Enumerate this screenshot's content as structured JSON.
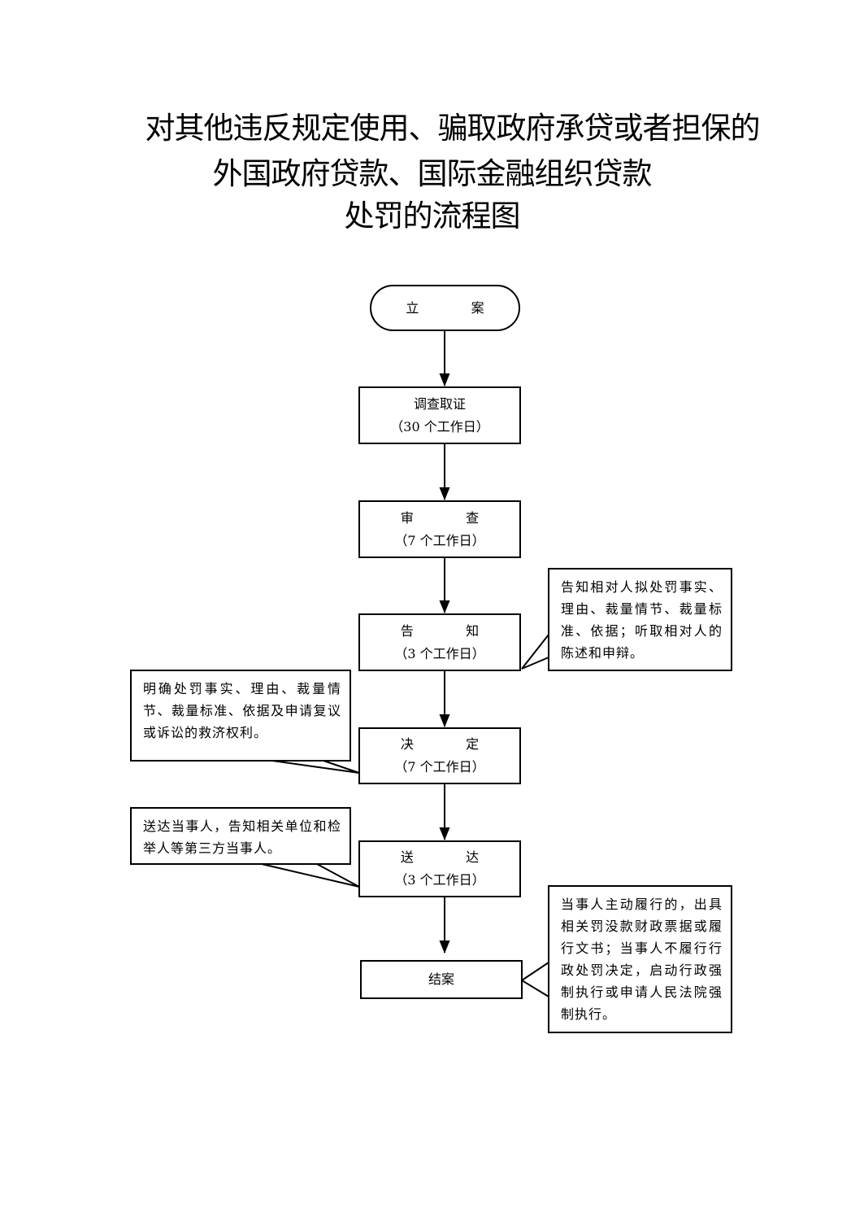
{
  "title": {
    "line1": "对其他违反规定使用、骗取政府承贷或者担保的",
    "line2": "外国政府贷款、国际金融组织贷款",
    "line3": "处罚的流程图"
  },
  "steps": [
    {
      "label": "立  案",
      "duration": ""
    },
    {
      "label": "调查取证",
      "duration": "（30 个工作日）"
    },
    {
      "label": "审  查",
      "duration": "（7 个工作日）"
    },
    {
      "label": "告  知",
      "duration": "（3 个工作日）"
    },
    {
      "label": "决  定",
      "duration": "（7 个工作日）"
    },
    {
      "label": "送  达",
      "duration": "（3 个工作日）"
    },
    {
      "label": "结案",
      "duration": ""
    }
  ],
  "notes": {
    "notify": "告知相对人拟处罚事实、理由、裁量情节、裁量标准、依据；听取相对人的陈述和申辩。",
    "decide": "明确处罚事实、理由、裁量情节、裁量标准、依据及申请复议或诉讼的救济权利。",
    "deliver": "送达当事人，告知相关单位和检举人等第三方当事人。",
    "close": "当事人主动履行的，出具相关罚没款财政票据或履行文书；当事人不履行行政处罚决定，启动行政强制执行或申请人民法院强制执行。"
  }
}
